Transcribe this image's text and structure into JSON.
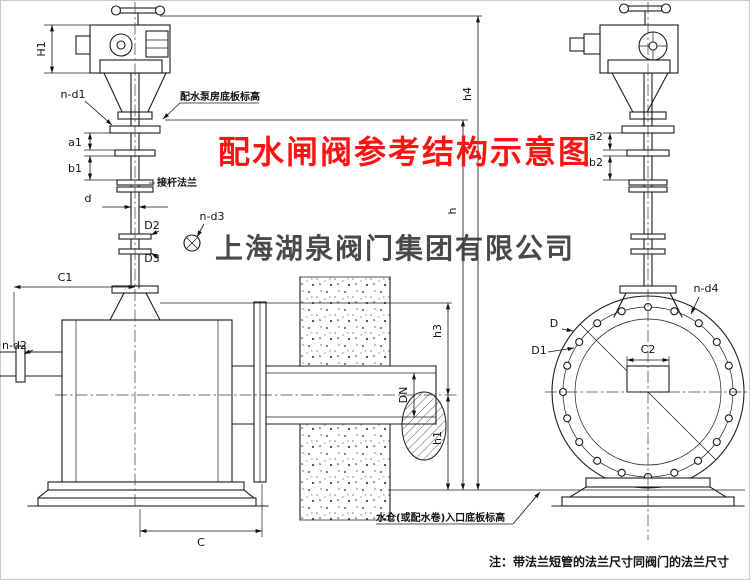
{
  "colors": {
    "title_red": "#ff1212",
    "ink": "#1c1c1c",
    "watermark_gray": "#3a3a3a",
    "border_gray": "#c9c9c9"
  },
  "title": {
    "text": "配水闸阀参考结构示意图"
  },
  "watermark": {
    "text": "上海湖泉阀门集团有限公司"
  },
  "footnote": {
    "text": "注：带法兰短管的法兰尺寸同阀门的法兰尺寸"
  },
  "callouts": {
    "pump_floor": "配水泵房底板标高",
    "inlet_floor": "水仓(或配水卷)入口底板标高",
    "stem_flange": "接杆法兰"
  },
  "dims": {
    "H1": "H1",
    "n_d1": "n-d1",
    "a1": "a1",
    "b1": "b1",
    "d": "d",
    "D2": "D2",
    "n_d3": "n-d3",
    "D3": "D3",
    "C1": "C1",
    "n_d2": "n-d2",
    "C": "C",
    "DN": "DN",
    "h1": "h1",
    "h3": "h3",
    "h": "h",
    "h4": "h4",
    "a2": "a2",
    "b2": "b2",
    "n_d4": "n-d4",
    "D": "D",
    "D1": "D1",
    "C2": "C2"
  }
}
